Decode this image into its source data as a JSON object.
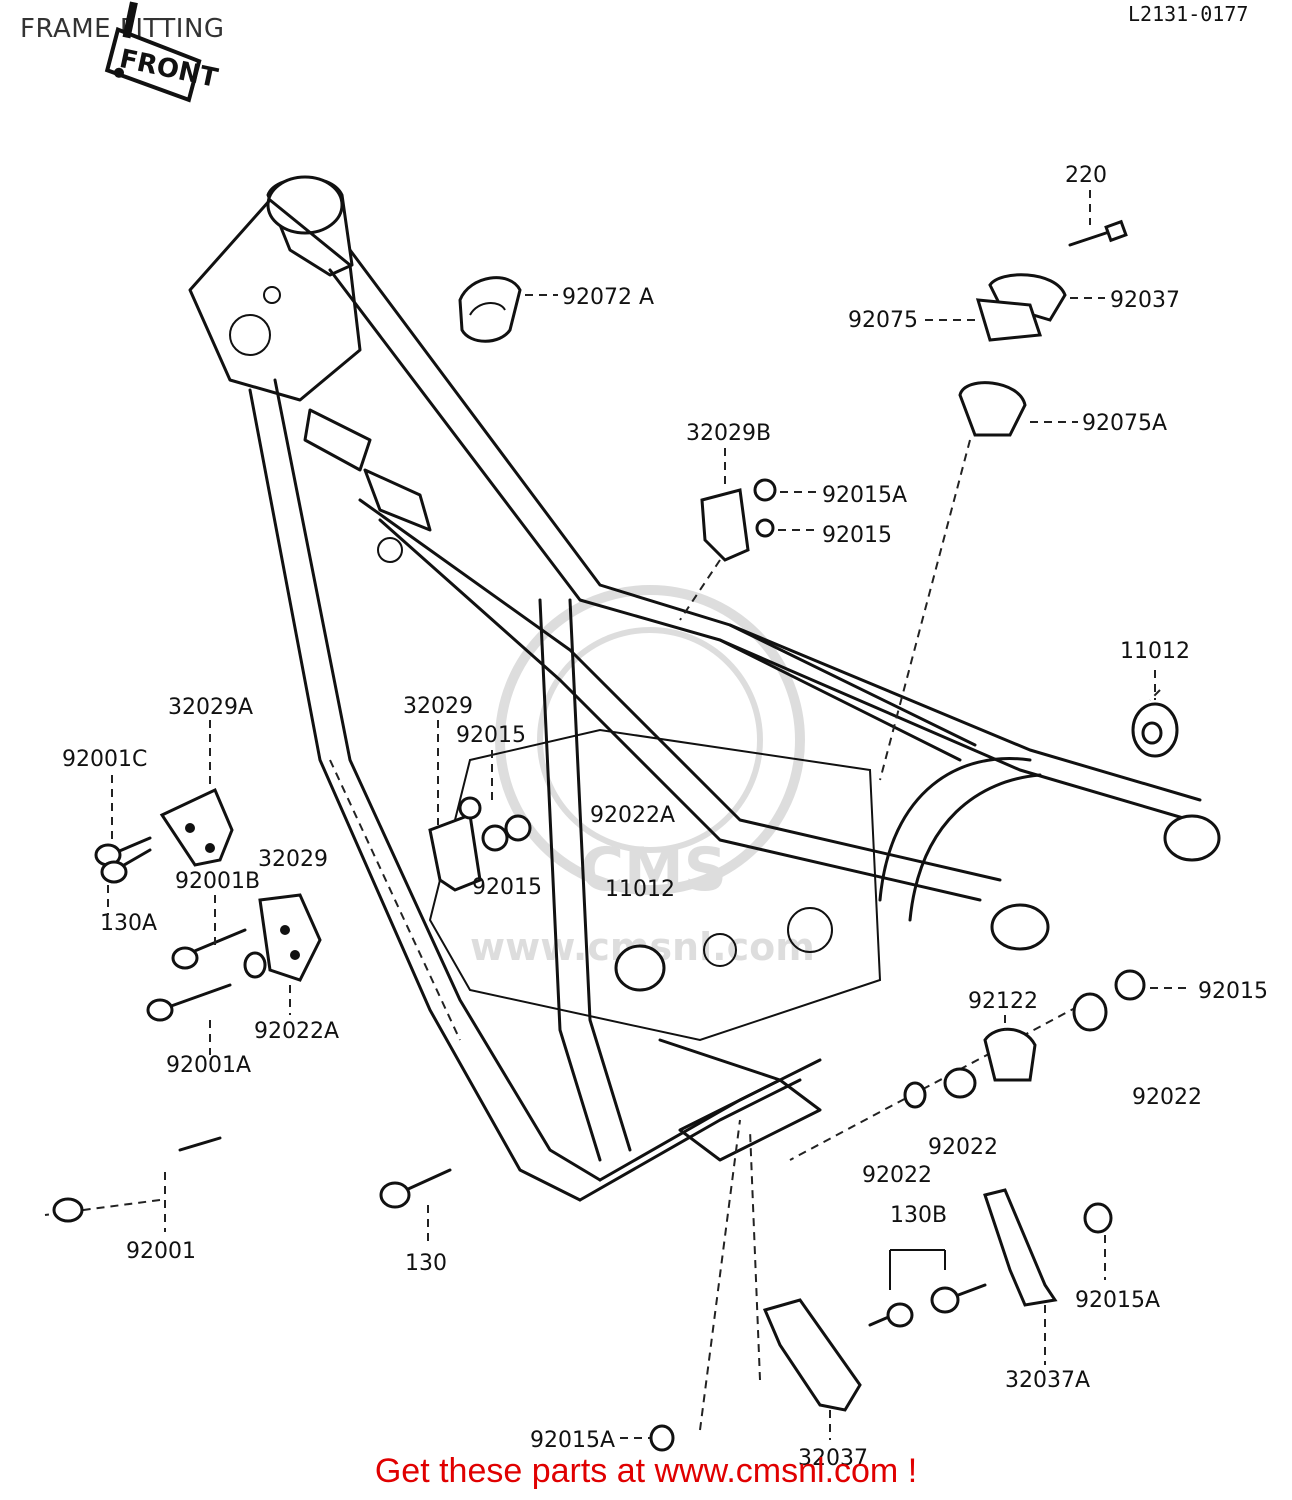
{
  "page": {
    "title": "FRAME FITTING",
    "diagram_code": "L2131-0177"
  },
  "orientation": {
    "front_label": "FRONT"
  },
  "part_labels": [
    {
      "id": "220",
      "text": "220"
    },
    {
      "id": "92072A",
      "text": "92072 A"
    },
    {
      "id": "92037",
      "text": "92037"
    },
    {
      "id": "92075",
      "text": "92075"
    },
    {
      "id": "92075A",
      "text": "92075A"
    },
    {
      "id": "32029B",
      "text": "32029B"
    },
    {
      "id": "92015A_top",
      "text": "92015A"
    },
    {
      "id": "92015_top",
      "text": "92015"
    },
    {
      "id": "11012_right",
      "text": "11012"
    },
    {
      "id": "32029A",
      "text": "32029A"
    },
    {
      "id": "32029_mid",
      "text": "32029"
    },
    {
      "id": "92015_mid",
      "text": "92015"
    },
    {
      "id": "92001C",
      "text": "92001C"
    },
    {
      "id": "92022A_center",
      "text": "92022A"
    },
    {
      "id": "32029_left",
      "text": "32029"
    },
    {
      "id": "92001B",
      "text": "92001B"
    },
    {
      "id": "92015_lower",
      "text": "92015"
    },
    {
      "id": "11012_center",
      "text": "11012"
    },
    {
      "id": "130A",
      "text": "130A"
    },
    {
      "id": "92015_right",
      "text": "92015"
    },
    {
      "id": "92122",
      "text": "92122"
    },
    {
      "id": "92022A_left",
      "text": "92022A"
    },
    {
      "id": "92001A",
      "text": "92001A"
    },
    {
      "id": "92022_right",
      "text": "92022"
    },
    {
      "id": "92022_a",
      "text": "92022"
    },
    {
      "id": "92022_b",
      "text": "92022"
    },
    {
      "id": "130B",
      "text": "130B"
    },
    {
      "id": "92001",
      "text": "92001"
    },
    {
      "id": "130",
      "text": "130"
    },
    {
      "id": "92015A_right",
      "text": "92015A"
    },
    {
      "id": "32037A",
      "text": "32037A"
    },
    {
      "id": "92015A_bottom",
      "text": "92015A"
    },
    {
      "id": "32037",
      "text": "32037"
    }
  ],
  "footer": {
    "text": "Get these parts at www.cmsnl.com !",
    "color": "#e00000"
  },
  "watermark": {
    "text": "CMS",
    "subtext": "www.cmsnl.com"
  }
}
